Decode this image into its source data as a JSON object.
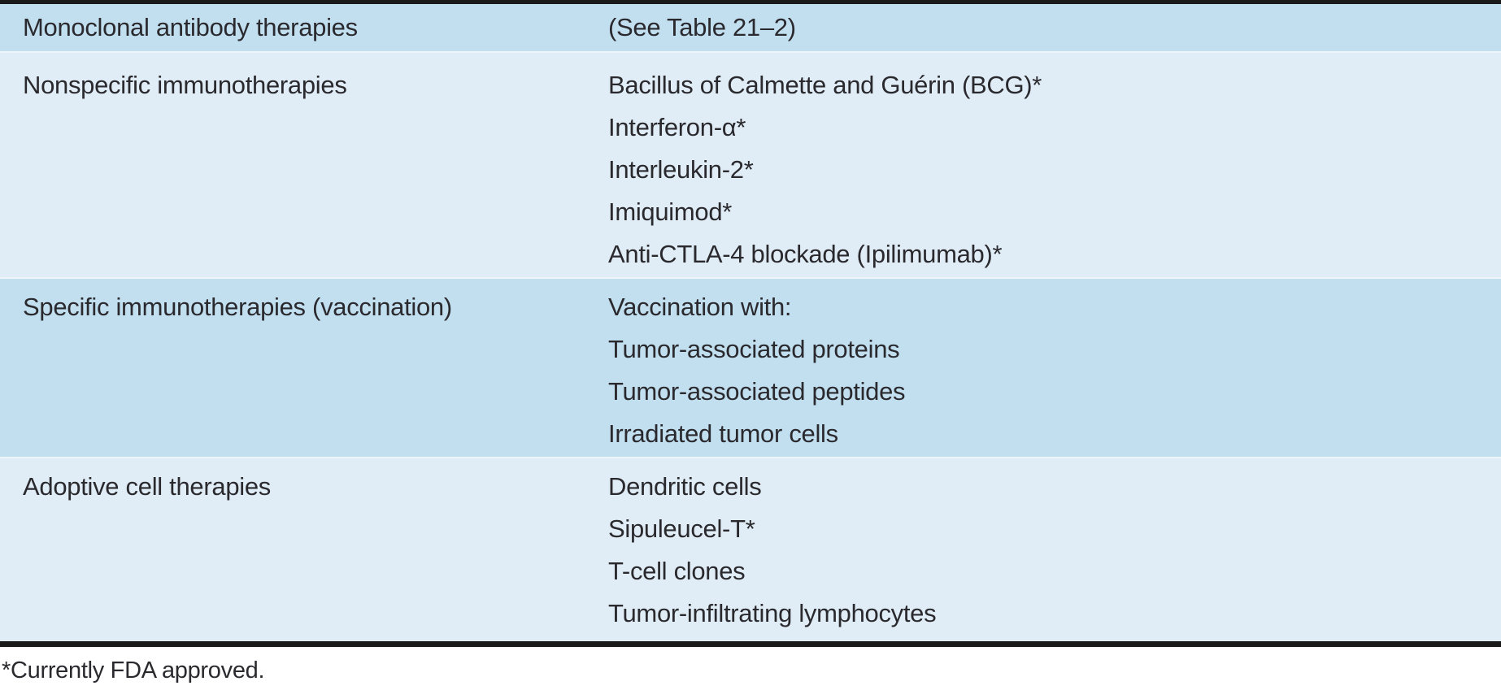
{
  "table": {
    "rows": [
      {
        "category": "Monoclonal antibody therapies",
        "items": [
          "(See Table 21–2)"
        ]
      },
      {
        "category": "Nonspecific immunotherapies",
        "items": [
          "Bacillus of Calmette and Guérin (BCG)*",
          "Interferon-α*",
          "Interleukin-2*",
          "Imiquimod*",
          "Anti-CTLA-4 blockade (Ipilimumab)*"
        ]
      },
      {
        "category": "Specific immunotherapies (vaccination)",
        "items": [
          "Vaccination with:",
          "Tumor-associated proteins",
          "Tumor-associated peptides",
          "Irradiated tumor cells"
        ]
      },
      {
        "category": "Adoptive cell therapies",
        "items": [
          "Dendritic cells",
          "Sipuleucel-T*",
          "T-cell clones",
          "Tumor-infiltrating lymphocytes"
        ]
      }
    ],
    "footnote": "*Currently FDA approved."
  },
  "colors": {
    "row_dark": "#c2dff0",
    "row_light": "#e0edf6",
    "rule": "#1a1a1a",
    "text": "#2a292e"
  }
}
